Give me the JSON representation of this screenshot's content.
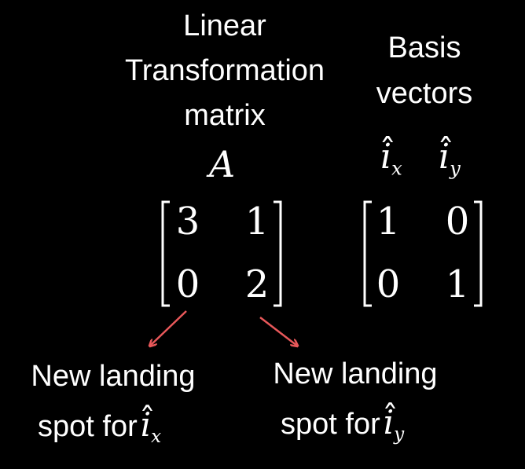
{
  "matrix_section": {
    "title_line1": "Linear",
    "title_line2": "Transformation",
    "title_line3": "matrix",
    "symbol": "A",
    "entries": [
      [
        "3",
        "1"
      ],
      [
        "0",
        "2"
      ]
    ]
  },
  "basis_section": {
    "title_line1": "Basis",
    "title_line2": "vectors",
    "vector1_base": "i",
    "vector1_sub": "x",
    "vector2_base": "i",
    "vector2_sub": "y",
    "hat": "ˆ",
    "entries": [
      [
        "1",
        "0"
      ],
      [
        "0",
        "1"
      ]
    ]
  },
  "annotations": {
    "left_line1": "New landing",
    "left_line2": "spot for",
    "left_sub": "x",
    "right_line1": "New landing",
    "right_line2": "spot for",
    "right_sub": "y",
    "hat": "ˆ",
    "base": "i",
    "arrow_color": "#e8585a"
  }
}
